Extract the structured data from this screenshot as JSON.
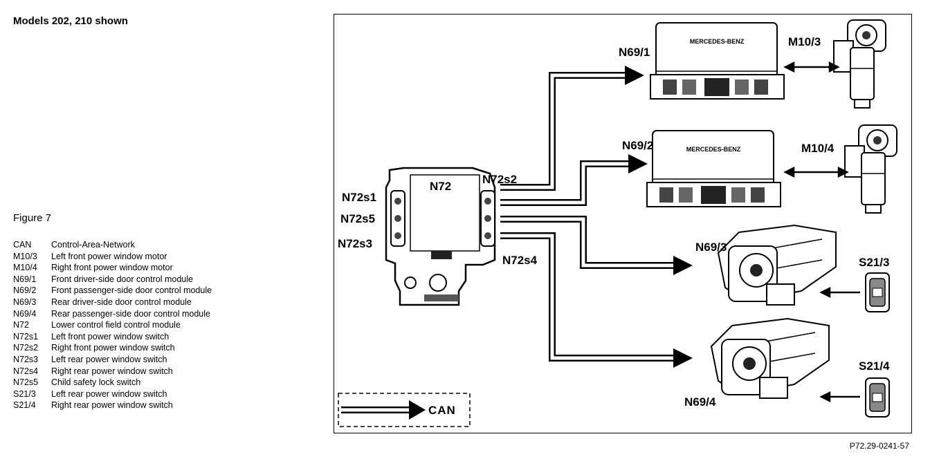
{
  "heading": "Models 202, 210 shown",
  "figure_label": "Figure 7",
  "legend": [
    {
      "code": "CAN",
      "desc": "Control-Area-Network"
    },
    {
      "code": "M10/3",
      "desc": "Left front power window motor"
    },
    {
      "code": "M10/4",
      "desc": "Right front power window motor"
    },
    {
      "code": "N69/1",
      "desc": "Front driver-side door control module"
    },
    {
      "code": "N69/2",
      "desc": "Front passenger-side door control module"
    },
    {
      "code": "N69/3",
      "desc": "Rear driver-side door control module"
    },
    {
      "code": "N69/4",
      "desc": "Rear passenger-side door control module"
    },
    {
      "code": "N72",
      "desc": "Lower control field control module"
    },
    {
      "code": "N72s1",
      "desc": "Left front power window switch"
    },
    {
      "code": "N72s2",
      "desc": "Right front power window switch"
    },
    {
      "code": "N72s3",
      "desc": "Left rear power window switch"
    },
    {
      "code": "N72s4",
      "desc": "Right rear power window switch"
    },
    {
      "code": "N72s5",
      "desc": "Child safety lock switch"
    },
    {
      "code": "S21/3",
      "desc": "Left rear power window switch"
    },
    {
      "code": "S21/4",
      "desc": "Right rear power window switch"
    }
  ],
  "diagram": {
    "labels": {
      "n72": "N72",
      "n72s1": "N72s1",
      "n72s2": "N72s2",
      "n72s3": "N72s3",
      "n72s4": "N72s4",
      "n72s5": "N72s5",
      "n69_1": "N69/1",
      "n69_2": "N69/2",
      "n69_3": "N69/3",
      "n69_4": "N69/4",
      "m10_3": "M10/3",
      "m10_4": "M10/4",
      "s21_3": "S21/3",
      "s21_4": "S21/4"
    },
    "module_brand": "MERCEDES-BENZ",
    "can_key": "CAN"
  },
  "reference": "P72.29-0241-57"
}
